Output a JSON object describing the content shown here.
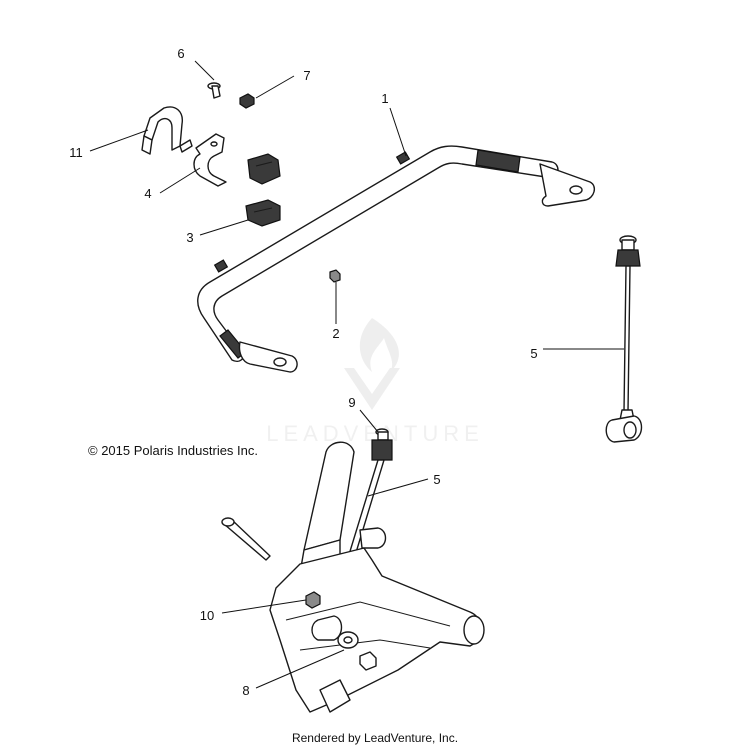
{
  "copyright": "© 2015 Polaris Industries Inc.",
  "footer": "Rendered by LeadVenture, Inc.",
  "watermark": "LEADVENTURE",
  "callouts": [
    "1",
    "2",
    "3",
    "4",
    "5",
    "5",
    "6",
    "7",
    "8",
    "9",
    "10",
    "11"
  ],
  "colors": {
    "line": "#1a1a1a",
    "dark_fill": "#3a3a3a",
    "watermark": "#e6e6e6"
  }
}
